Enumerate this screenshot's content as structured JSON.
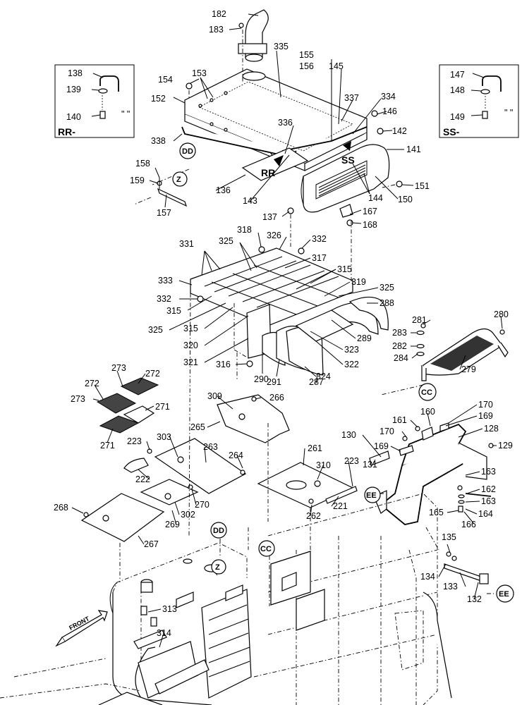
{
  "callouts": [
    {
      "id": "l182",
      "text": "182"
    },
    {
      "id": "l183",
      "text": "183"
    },
    {
      "id": "l335",
      "text": "335"
    },
    {
      "id": "l155",
      "text": "155"
    },
    {
      "id": "l156",
      "text": "156"
    },
    {
      "id": "l145",
      "text": "145"
    },
    {
      "id": "l154",
      "text": "154"
    },
    {
      "id": "l153",
      "text": "153"
    },
    {
      "id": "l152",
      "text": "152"
    },
    {
      "id": "l337",
      "text": "337"
    },
    {
      "id": "l334",
      "text": "334"
    },
    {
      "id": "l146",
      "text": "146"
    },
    {
      "id": "l142",
      "text": "142"
    },
    {
      "id": "l141",
      "text": "141"
    },
    {
      "id": "l336",
      "text": "336"
    },
    {
      "id": "l338",
      "text": "338"
    },
    {
      "id": "l136",
      "text": "136"
    },
    {
      "id": "l143",
      "text": "143"
    },
    {
      "id": "l144",
      "text": "144"
    },
    {
      "id": "l150",
      "text": "150"
    },
    {
      "id": "l151",
      "text": "151"
    },
    {
      "id": "l137",
      "text": "137"
    },
    {
      "id": "l167",
      "text": "167"
    },
    {
      "id": "l168",
      "text": "168"
    },
    {
      "id": "l158",
      "text": "158"
    },
    {
      "id": "l159",
      "text": "159"
    },
    {
      "id": "l157",
      "text": "157"
    },
    {
      "id": "l138",
      "text": "138"
    },
    {
      "id": "l139",
      "text": "139"
    },
    {
      "id": "l140",
      "text": "140"
    },
    {
      "id": "l147",
      "text": "147"
    },
    {
      "id": "l148",
      "text": "148"
    },
    {
      "id": "l149",
      "text": "149"
    },
    {
      "id": "l318",
      "text": "318"
    },
    {
      "id": "l326",
      "text": "326"
    },
    {
      "id": "l332a",
      "text": "332"
    },
    {
      "id": "l331",
      "text": "331"
    },
    {
      "id": "l325a",
      "text": "325"
    },
    {
      "id": "l317",
      "text": "317"
    },
    {
      "id": "l315a",
      "text": "315"
    },
    {
      "id": "l319",
      "text": "319"
    },
    {
      "id": "l325b",
      "text": "325"
    },
    {
      "id": "l333",
      "text": "333"
    },
    {
      "id": "l332b",
      "text": "332"
    },
    {
      "id": "l315b",
      "text": "315"
    },
    {
      "id": "l288",
      "text": "288"
    },
    {
      "id": "l325c",
      "text": "325"
    },
    {
      "id": "l315c",
      "text": "315"
    },
    {
      "id": "l289",
      "text": "289"
    },
    {
      "id": "l320",
      "text": "320"
    },
    {
      "id": "l323",
      "text": "323"
    },
    {
      "id": "l321",
      "text": "321"
    },
    {
      "id": "l322",
      "text": "322"
    },
    {
      "id": "l316",
      "text": "316"
    },
    {
      "id": "l290",
      "text": "290"
    },
    {
      "id": "l291",
      "text": "291"
    },
    {
      "id": "l324",
      "text": "324"
    },
    {
      "id": "l287",
      "text": "287"
    },
    {
      "id": "l281",
      "text": "281"
    },
    {
      "id": "l280",
      "text": "280"
    },
    {
      "id": "l283",
      "text": "283"
    },
    {
      "id": "l282",
      "text": "282"
    },
    {
      "id": "l284",
      "text": "284"
    },
    {
      "id": "l279",
      "text": "279"
    },
    {
      "id": "l273a",
      "text": "273"
    },
    {
      "id": "l272a",
      "text": "272"
    },
    {
      "id": "l272b",
      "text": "272"
    },
    {
      "id": "l273b",
      "text": "273"
    },
    {
      "id": "l271a",
      "text": "271"
    },
    {
      "id": "l271b",
      "text": "271"
    },
    {
      "id": "l309",
      "text": "309"
    },
    {
      "id": "l266",
      "text": "266"
    },
    {
      "id": "l265",
      "text": "265"
    },
    {
      "id": "l170a",
      "text": "170"
    },
    {
      "id": "l160",
      "text": "160"
    },
    {
      "id": "l161",
      "text": "161"
    },
    {
      "id": "l169a",
      "text": "169"
    },
    {
      "id": "l170b",
      "text": "170"
    },
    {
      "id": "l128",
      "text": "128"
    },
    {
      "id": "l169b",
      "text": "169"
    },
    {
      "id": "l129",
      "text": "129"
    },
    {
      "id": "l223a",
      "text": "223"
    },
    {
      "id": "l303",
      "text": "303"
    },
    {
      "id": "l263",
      "text": "263"
    },
    {
      "id": "l261",
      "text": "261"
    },
    {
      "id": "l130",
      "text": "130"
    },
    {
      "id": "l264",
      "text": "264"
    },
    {
      "id": "l310",
      "text": "310"
    },
    {
      "id": "l223b",
      "text": "223"
    },
    {
      "id": "l131",
      "text": "131"
    },
    {
      "id": "l163a",
      "text": "163"
    },
    {
      "id": "l222",
      "text": "222"
    },
    {
      "id": "l162",
      "text": "162"
    },
    {
      "id": "l163b",
      "text": "163"
    },
    {
      "id": "l270",
      "text": "270"
    },
    {
      "id": "l221",
      "text": "221"
    },
    {
      "id": "l268",
      "text": "268"
    },
    {
      "id": "l302",
      "text": "302"
    },
    {
      "id": "l262",
      "text": "262"
    },
    {
      "id": "l165",
      "text": "165"
    },
    {
      "id": "l164",
      "text": "164"
    },
    {
      "id": "l269",
      "text": "269"
    },
    {
      "id": "l166",
      "text": "166"
    },
    {
      "id": "l267",
      "text": "267"
    },
    {
      "id": "l135",
      "text": "135"
    },
    {
      "id": "l134",
      "text": "134"
    },
    {
      "id": "l133",
      "text": "133"
    },
    {
      "id": "l132",
      "text": "132"
    },
    {
      "id": "l313",
      "text": "313"
    },
    {
      "id": "l314",
      "text": "314"
    }
  ],
  "view_tags": {
    "rr_box": "RR-",
    "ss_box": "SS-",
    "rr_arrow": "RR",
    "ss_arrow": "SS",
    "dd_top": "DD",
    "dd_bottom": "DD",
    "z_top": "Z",
    "z_bottom": "Z",
    "cc_right": "CC",
    "cc_bottom": "CC",
    "ee_left": "EE",
    "ee_right": "EE",
    "front": "FRONT"
  }
}
